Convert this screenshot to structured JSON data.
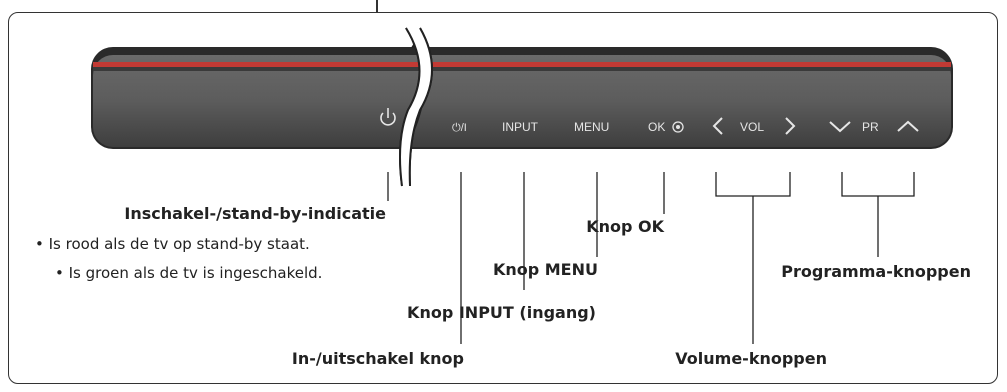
{
  "panel": {
    "power_switch_glyph": "⏻/I",
    "input_label": "INPUT",
    "menu_label": "MENU",
    "ok_label": "OK",
    "vol_label": "VOL",
    "pr_label": "PR"
  },
  "callouts": {
    "power_indicator": "Inschakel-/stand-by-indicatie",
    "note_standby": "• Is rood als de tv op stand-by staat.",
    "note_on": "• Is groen als de tv is ingeschakeld.",
    "power_switch": "In-/uitschakel knop",
    "input_button": "Knop INPUT (ingang)",
    "menu_button": "Knop MENU",
    "ok_button": "Knop OK",
    "volume_buttons": "Volume-knoppen",
    "program_buttons": "Programma-knoppen"
  },
  "colors": {
    "panel_body": "#5e5e5e",
    "panel_top": "#2a2a2a",
    "accent_stripe": "#d2302d"
  },
  "icons": [
    "power-indicator-icon",
    "ok-target-icon",
    "chevron-left-icon",
    "chevron-right-icon",
    "chevron-down-icon",
    "chevron-up-icon"
  ]
}
